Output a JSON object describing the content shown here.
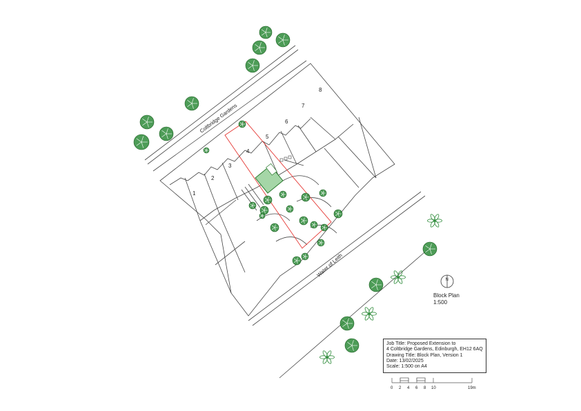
{
  "street_names": {
    "top": "Coltbridge Gardens",
    "river": "Water of Leith"
  },
  "plots": [
    "1",
    "2",
    "3",
    "4",
    "5",
    "6",
    "7",
    "8"
  ],
  "north_arrow_letter": "N",
  "block_plan": {
    "title": "Block Plan",
    "scale": "1:500"
  },
  "title_block": {
    "job_title_line1": "Job Title: Proposed Extension to",
    "job_title_line2": "4 Coltbridge Gardens, Edinburgh, EH12 6AQ",
    "drawing_title": "Drawing Title: Block Plan, Version 1",
    "date": "Date: 13/02/2025",
    "scale": "Scale: 1:500 on A4"
  },
  "scale_bar_labels": [
    "0",
    "2",
    "4",
    "6",
    "8",
    "10",
    "19m"
  ],
  "colors": {
    "tree": "#2e8b3a",
    "boundary": "#e53935",
    "extension_fill": "#a5d6a7",
    "line": "#444444"
  }
}
